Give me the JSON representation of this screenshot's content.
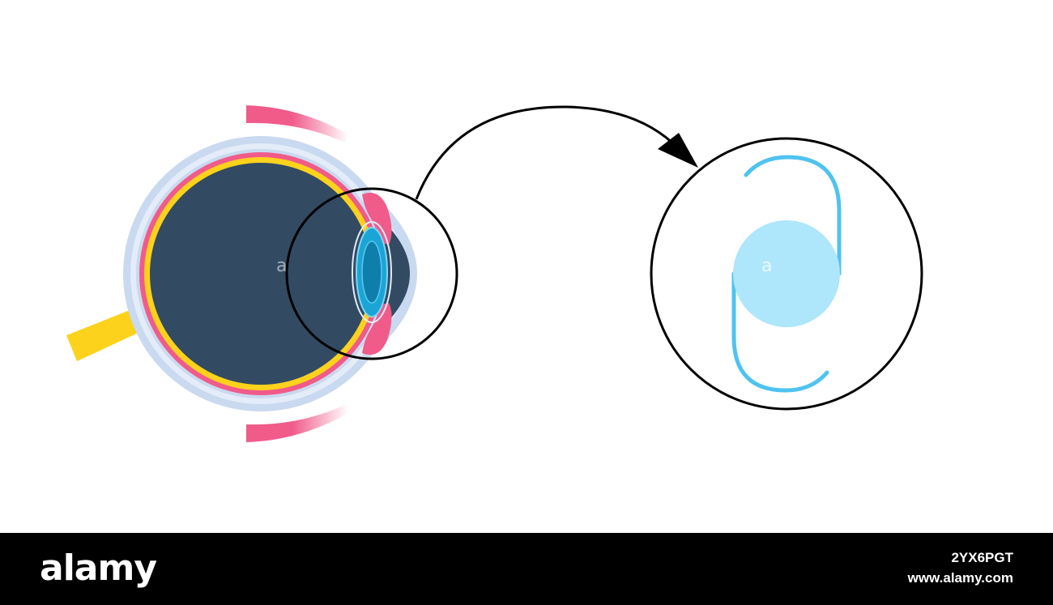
{
  "colors": {
    "background": "#ffffff",
    "eye_interior": "#324b63",
    "sclera_band": "#c9d9ef",
    "choroid": "#f05b8a",
    "retina": "#fcd21c",
    "optic_nerve": "#fcd21c",
    "muscle": "#f05b8a",
    "lens_blue": "#1aa5d6",
    "iol_haptic": "#4fc3f0",
    "iol_optic": "#aee6fb",
    "outline": "#000000",
    "footer_bg": "#000000",
    "footer_text": "#ffffff"
  },
  "diagram": {
    "left_figure": "eye cross-section with natural lens magnified",
    "right_figure": "intraocular lens implant",
    "watermark_glyph": "a"
  },
  "footer": {
    "brand": "alamy",
    "image_id": "2YX6PGT",
    "url": "www.alamy.com"
  }
}
